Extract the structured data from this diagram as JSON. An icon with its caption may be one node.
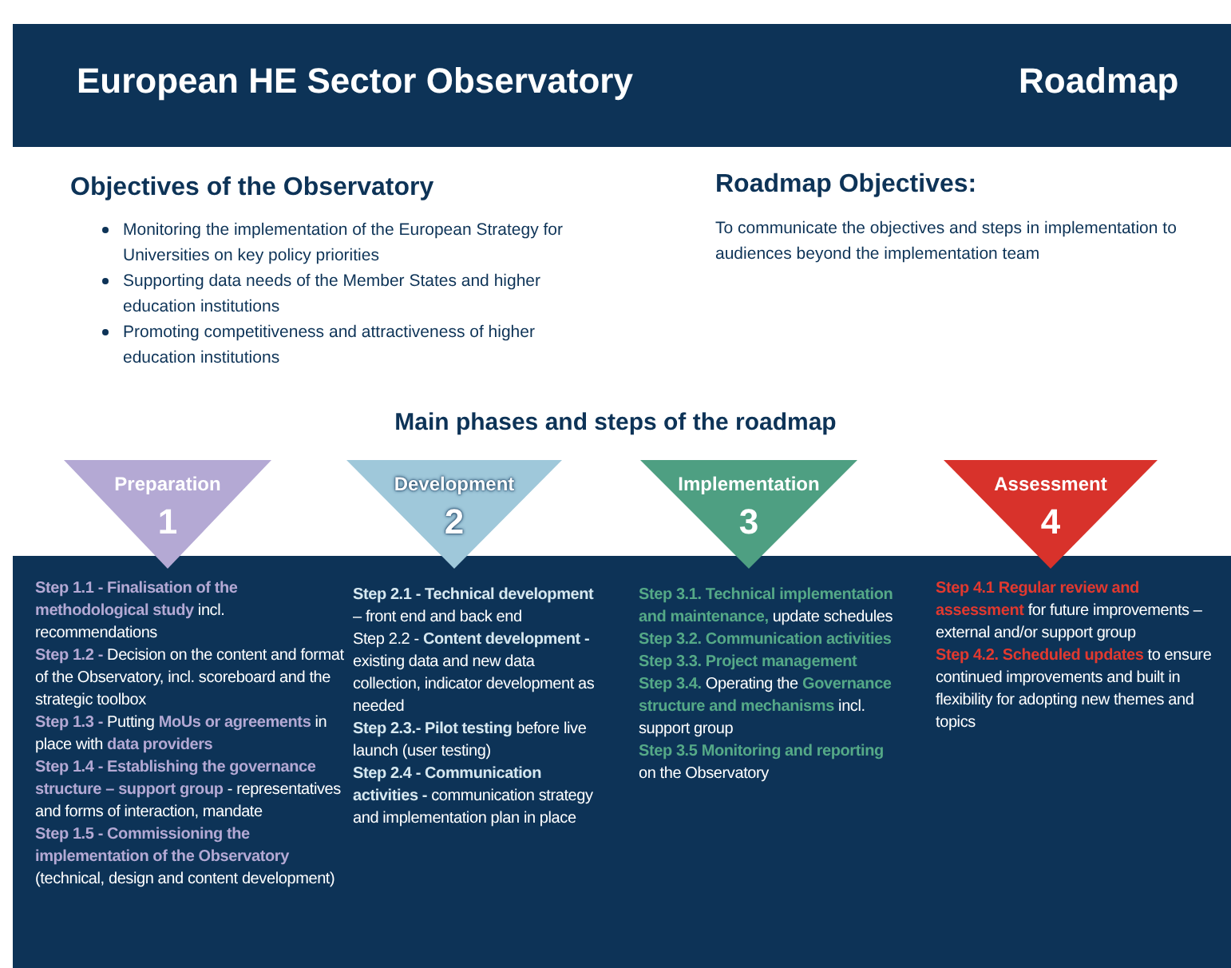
{
  "diagram": {
    "title": "European HE Sector Observatory",
    "nodes": [
      {
        "text": [
          "Preparation",
          "1"
        ]
      },
      {
        "text": [
          "Development",
          "2"
        ]
      },
      {
        "text": [
          "Implementation",
          "3"
        ]
      },
      {
        "text": [
          "Assessment",
          "4"
        ]
      }
    ],
    "edges": [],
    "labels": [
      "Roadmap",
      "Objectives of the Observatory",
      "Monitoring the implementation of the European Strategy for Universities on key policy priorities",
      "Supporting data needs of the Member States and higher education institutions",
      "Promoting competitiveness and attractiveness of higher education institutions",
      "Roadmap Objectives:",
      "To communicate the objectives and steps in implementation to audiences beyond the implementation team",
      "Main phases and steps of the roadmap",
      "**Step 1.1 - Finalisation of the methodological study** incl. recommendations",
      "**Step 1.2 -** Decision on the content and format of the Observatory, incl. scoreboard and the strategic toolbox",
      "**Step 1.3 -** Putting **MoUs or agreements** in place with **data providers**",
      "**Step 1.4 - Establishing the governance structure – support group** - representatives and forms of interaction, mandate",
      "**Step 1.5 - Commissioning the implementation of the Observatory** (technical, design and content development)",
      "**Step 2.1 - Technical development** – front end and back end",
      "Step 2.2  - **Content development -** existing data and new data collection, indicator development as needed",
      "**Step 2.3.-  Pilot testing** before live launch (user testing)",
      "**Step 2.4  - Communication activities -** communication strategy and implementation plan in place",
      "**Step 3.1. Technical implementation and maintenance,** update schedules",
      "**Step 3.2. Communication activities**",
      "**Step 3.3. Project management**",
      "**Step 3.4.** Operating the **Governance structure and mechanisms** incl. support group",
      "**Step 3.5 Monitoring and reporting** on the Observatory",
      "**Step 4.1 Regular review and assessment** for future improvements – external and/or support group",
      "**Step 4.2. Scheduled updates** to ensure continued improvements and built in flexibility for adopting new themes and topics"
    ]
  }
}
